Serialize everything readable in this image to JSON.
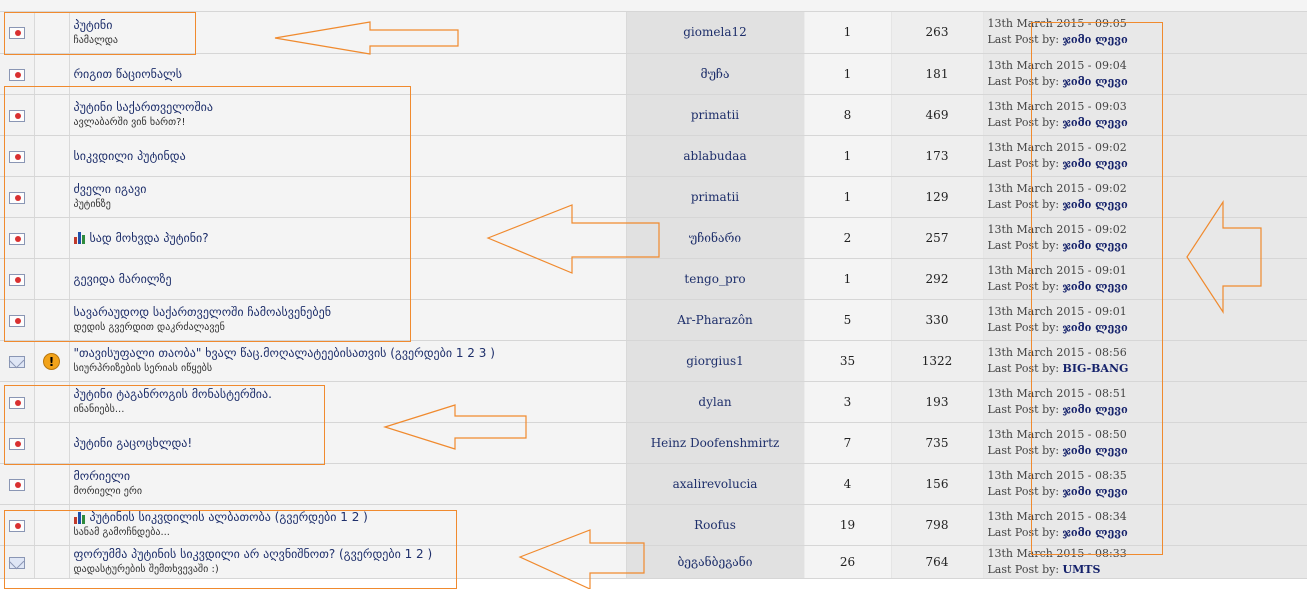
{
  "topics": [
    {
      "title": "პუტინი",
      "subtitle": "ჩამალდა",
      "author": "giomela12",
      "replies": "1",
      "views": "263",
      "date": "13th March 2015 - 09:05",
      "last_by": "ჯიმი ლევი",
      "icon": "sealed",
      "poll": false,
      "warn": false
    },
    {
      "title": "რიგით წაციონალს",
      "subtitle": "",
      "author": "მუჩა",
      "replies": "1",
      "views": "181",
      "date": "13th March 2015 - 09:04",
      "last_by": "ჯიმი ლევი",
      "icon": "sealed",
      "poll": false,
      "warn": false
    },
    {
      "title": "პუტინი საქართველოშია",
      "subtitle": "ავლაბარში ვინ ხართ?!",
      "author": "primatii",
      "replies": "8",
      "views": "469",
      "date": "13th March 2015 - 09:03",
      "last_by": "ჯიმი ლევი",
      "icon": "sealed",
      "poll": false,
      "warn": false
    },
    {
      "title": "სიკვდილი პუტინდა",
      "subtitle": "",
      "author": "ablabudaa",
      "replies": "1",
      "views": "173",
      "date": "13th March 2015 - 09:02",
      "last_by": "ჯიმი ლევი",
      "icon": "sealed",
      "poll": false,
      "warn": false
    },
    {
      "title": "ძველი იგავი",
      "subtitle": "პუტინზე",
      "author": "primatii",
      "replies": "1",
      "views": "129",
      "date": "13th March 2015 - 09:02",
      "last_by": "ჯიმი ლევი",
      "icon": "sealed",
      "poll": false,
      "warn": false
    },
    {
      "title": "სად მოხვდა პუტინი?",
      "subtitle": "",
      "author": "უჩინარი",
      "replies": "2",
      "views": "257",
      "date": "13th March 2015 - 09:02",
      "last_by": "ჯიმი ლევი",
      "icon": "sealed",
      "poll": true,
      "warn": false
    },
    {
      "title": "გევიდა მარილზე",
      "subtitle": "",
      "author": "tengo_pro",
      "replies": "1",
      "views": "292",
      "date": "13th March 2015 - 09:01",
      "last_by": "ჯიმი ლევი",
      "icon": "sealed",
      "poll": false,
      "warn": false
    },
    {
      "title": "სავარაუდოდ საქართველოში ჩამოასვენებენ",
      "subtitle": "დედის გვერდით დაკრძალავენ",
      "author": "Ar-Pharazôn",
      "replies": "5",
      "views": "330",
      "date": "13th March 2015 - 09:01",
      "last_by": "ჯიმი ლევი",
      "icon": "sealed",
      "poll": false,
      "warn": false
    },
    {
      "title": "\"თავისუფალი თაობა\" ხვალ წაც.მოღალატეებისათვის (გვერდები 1 2 3 )",
      "subtitle": "სიურპრიზების სერიას იწყებს",
      "author": "giorgius1",
      "replies": "35",
      "views": "1322",
      "date": "13th March 2015 - 08:56",
      "last_by": "BIG-BANG",
      "icon": "plain",
      "poll": false,
      "warn": true
    },
    {
      "title": "პუტინი ტაგანროგის მონასტერშია.",
      "subtitle": "ინანიებს...",
      "author": "dylan",
      "replies": "3",
      "views": "193",
      "date": "13th March 2015 - 08:51",
      "last_by": "ჯიმი ლევი",
      "icon": "sealed",
      "poll": false,
      "warn": false
    },
    {
      "title": "პუტინი გაცოცხლდა!",
      "subtitle": "",
      "author": "Heinz Doofenshmirtz",
      "replies": "7",
      "views": "735",
      "date": "13th March 2015 - 08:50",
      "last_by": "ჯიმი ლევი",
      "icon": "sealed",
      "poll": false,
      "warn": false
    },
    {
      "title": "მორიელი",
      "subtitle": "მორიელი ერი",
      "author": "axalirevolucia",
      "replies": "4",
      "views": "156",
      "date": "13th March 2015 - 08:35",
      "last_by": "ჯიმი ლევი",
      "icon": "sealed",
      "poll": false,
      "warn": false
    },
    {
      "title": "პუტინის სიკვდილის ალბათობა (გვერდები 1 2 )",
      "subtitle": "სანამ გამოჩნდება...",
      "author": "Roofus",
      "replies": "19",
      "views": "798",
      "date": "13th March 2015 - 08:34",
      "last_by": "ჯიმი ლევი",
      "icon": "sealed",
      "poll": true,
      "warn": false
    },
    {
      "title": "ფორუმმა პუტინის სიკვდილი არ აღვნიშნოთ? (გვერდები 1 2 )",
      "subtitle": "დადასტურების შემთხვევაში :)",
      "author": "ბეგანბეგანი",
      "replies": "26",
      "views": "764",
      "date": "13th March 2015 - 08:33",
      "last_by": "UMTS",
      "icon": "plain",
      "poll": false,
      "warn": false
    }
  ],
  "last_post_label": "Last Post by:",
  "colors": {
    "annotation": "#f08a2e",
    "link": "#1e2f6b",
    "seal": "#d93030"
  }
}
